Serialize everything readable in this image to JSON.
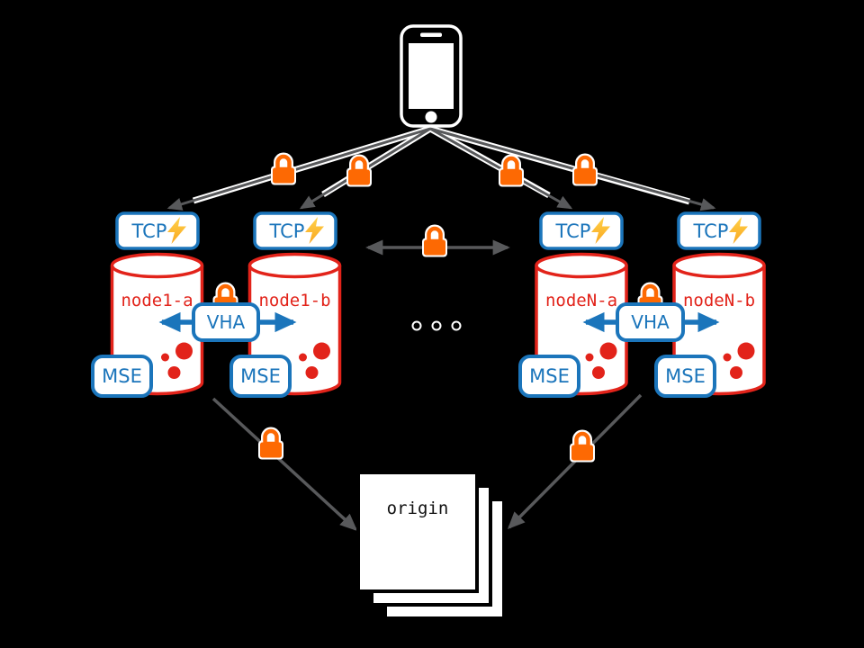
{
  "colors": {
    "background": "#000000",
    "node_red": "#e2231a",
    "box_blue": "#1b75bb",
    "lock_orange": "#fd6903",
    "arrow_gray": "#58595b",
    "bolt_gold": "#ffc43d"
  },
  "client": {
    "icon": "smartphone-icon"
  },
  "security": {
    "icon": "padlock-icon",
    "lock_count": 9
  },
  "tcp_boxes": [
    {
      "label": "TCP",
      "icon": "lightning-bolt-icon"
    },
    {
      "label": "TCP",
      "icon": "lightning-bolt-icon"
    },
    {
      "label": "TCP",
      "icon": "lightning-bolt-icon"
    },
    {
      "label": "TCP",
      "icon": "lightning-bolt-icon"
    }
  ],
  "clusters": [
    {
      "replication": {
        "label": "VHA"
      },
      "nodes": [
        {
          "label": "node1-a",
          "cache": {
            "label": "MSE"
          }
        },
        {
          "label": "node1-b",
          "cache": {
            "label": "MSE"
          }
        }
      ]
    },
    {
      "replication": {
        "label": "VHA"
      },
      "nodes": [
        {
          "label": "nodeN-a",
          "cache": {
            "label": "MSE"
          }
        },
        {
          "label": "nodeN-b",
          "cache": {
            "label": "MSE"
          }
        }
      ]
    }
  ],
  "ellipsis": {
    "icon": "ellipsis-icon"
  },
  "origin": {
    "label": "origin"
  }
}
